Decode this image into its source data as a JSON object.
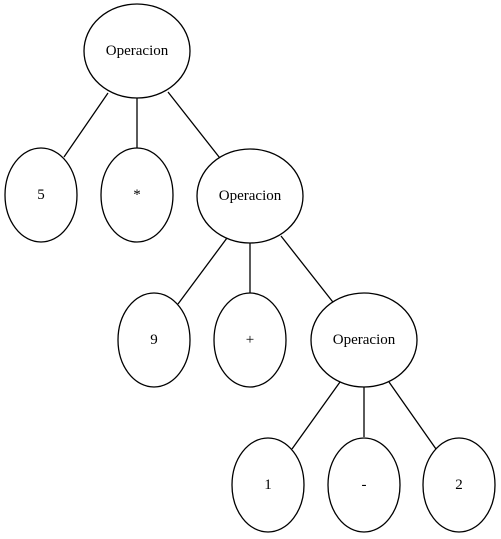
{
  "tree": {
    "nodes": [
      {
        "id": "n0",
        "label": "Operacion"
      },
      {
        "id": "n1",
        "label": "5"
      },
      {
        "id": "n2",
        "label": "*"
      },
      {
        "id": "n3",
        "label": "Operacion"
      },
      {
        "id": "n4",
        "label": "9"
      },
      {
        "id": "n5",
        "label": "+"
      },
      {
        "id": "n6",
        "label": "Operacion"
      },
      {
        "id": "n7",
        "label": "1"
      },
      {
        "id": "n8",
        "label": "-"
      },
      {
        "id": "n9",
        "label": "2"
      }
    ],
    "edges": [
      {
        "from": "n0",
        "to": "n1"
      },
      {
        "from": "n0",
        "to": "n2"
      },
      {
        "from": "n0",
        "to": "n3"
      },
      {
        "from": "n3",
        "to": "n4"
      },
      {
        "from": "n3",
        "to": "n5"
      },
      {
        "from": "n3",
        "to": "n6"
      },
      {
        "from": "n6",
        "to": "n7"
      },
      {
        "from": "n6",
        "to": "n8"
      },
      {
        "from": "n6",
        "to": "n9"
      }
    ]
  }
}
